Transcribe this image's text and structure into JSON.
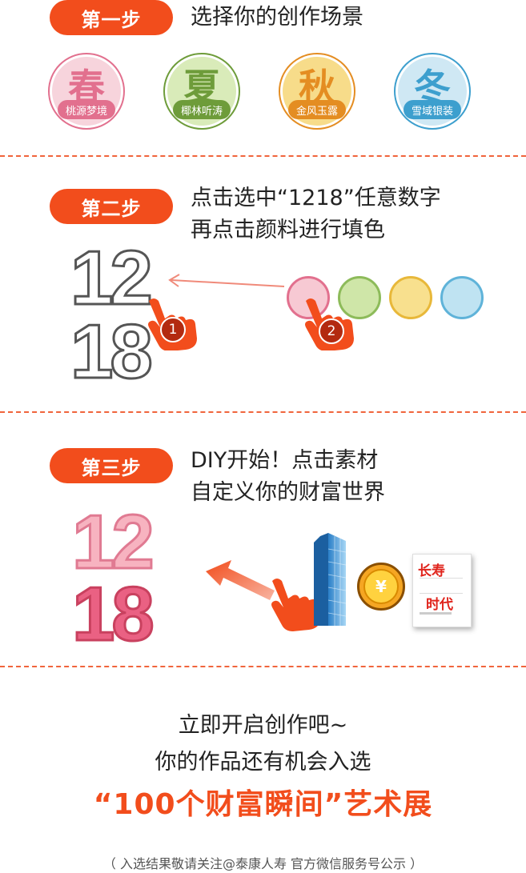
{
  "step1": {
    "label": "第一步",
    "text": "选择你的创作场景",
    "seasons": [
      {
        "char": "春",
        "tag": "桃源梦境",
        "color": "#e2708e",
        "bg": "#f7d4dc"
      },
      {
        "char": "夏",
        "tag": "椰林听涛",
        "color": "#6e9c3a",
        "bg": "#d9ebb9"
      },
      {
        "char": "秋",
        "tag": "金风玉露",
        "color": "#e48d22",
        "bg": "#f7dc8a"
      },
      {
        "char": "冬",
        "tag": "雪域银装",
        "color": "#3d9fce",
        "bg": "#cfe8f4"
      }
    ]
  },
  "step2": {
    "label": "第二步",
    "text_line1": "点击选中“1218”任意数字",
    "text_line2": "再点击颜料进行填色",
    "num_top": "12",
    "num_bottom": "18",
    "badge1": "1",
    "badge2": "2",
    "swatches": [
      "#f7c9d3",
      "#cfe6a8",
      "#f8e08e",
      "#bfe3f2"
    ],
    "swatch_borders": [
      "#e2708e",
      "#8dbb5a",
      "#e8b83a",
      "#5fb3d9"
    ]
  },
  "step3": {
    "label": "第三步",
    "text_line1": "DIY开始！点击素材",
    "text_line2": "自定义你的财富世界",
    "num_top": "12",
    "num_bottom": "18",
    "coin_symbol": "¥",
    "book_title": "长寿",
    "book_subtitle": "时代"
  },
  "closing": {
    "line1": "立即开启创作吧~",
    "line2": "你的作品还有机会入选",
    "headline": "“100个财富瞬间”艺术展",
    "footer": "（ 入选结果敬请关注@泰康人寿 官方微信服务号公示 ）"
  },
  "colors": {
    "accent": "#f24d1c",
    "divider": "#f0643c"
  }
}
